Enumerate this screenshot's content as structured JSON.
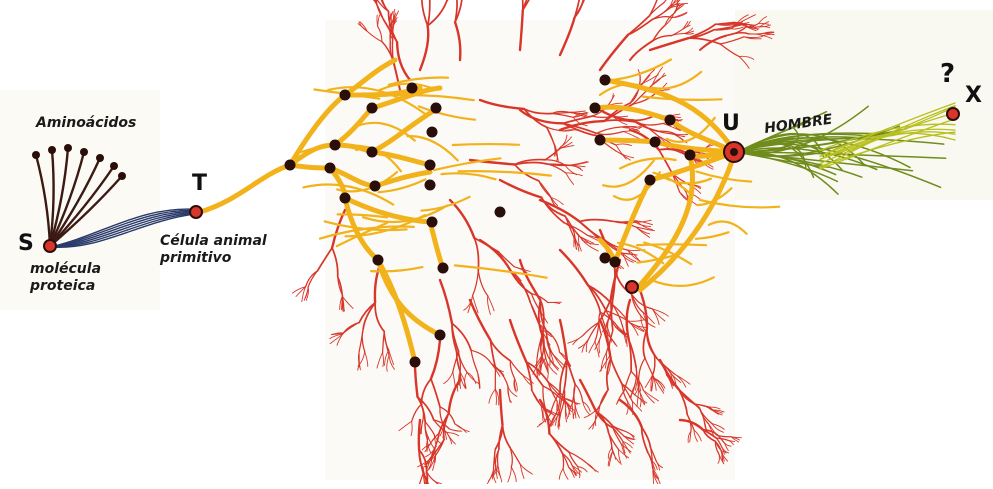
{
  "labels": {
    "aminoacidos": "Aminoácidos",
    "s": "S",
    "molecula1": "molécula",
    "molecula2": "proteica",
    "t": "T",
    "celula1": "Célula animal",
    "celula2": "primitivo",
    "u": "U",
    "hombre": "HOMBRE",
    "question": "?",
    "x": "X"
  },
  "colors": {
    "red": "#d8362a",
    "yellow": "#f2b21b",
    "green": "#6f8c1c",
    "blue": "#2a3a6a",
    "dark": "#3a1a12",
    "node": "#2a0e0a"
  }
}
